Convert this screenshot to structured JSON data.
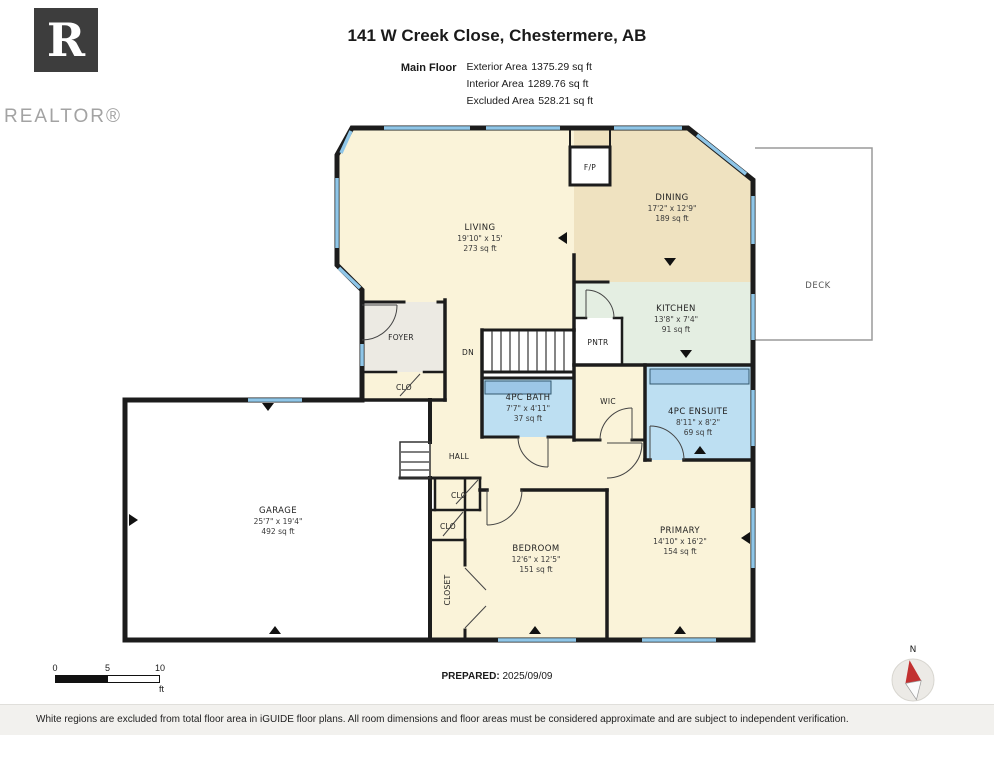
{
  "header": {
    "logo_letter": "R",
    "logo_text": "REALTOR®",
    "title": "141 W Creek Close, Chestermere, AB",
    "floor_label": "Main Floor",
    "areas": [
      {
        "label": "Exterior Area",
        "value": "1375.29 sq ft"
      },
      {
        "label": "Interior Area",
        "value": "1289.76 sq ft"
      },
      {
        "label": "Excluded Area",
        "value": "528.21 sq ft"
      }
    ]
  },
  "rooms": {
    "living": {
      "name": "LIVING",
      "dims": "19'10\" x 15'",
      "area": "273 sq ft"
    },
    "dining": {
      "name": "DINING",
      "dims": "17'2\" x 12'9\"",
      "area": "189 sq ft"
    },
    "kitchen": {
      "name": "KITCHEN",
      "dims": "13'8\" x 7'4\"",
      "area": "91 sq ft"
    },
    "fp": {
      "name": "F/P"
    },
    "foyer": {
      "name": "FOYER"
    },
    "clo_foyer": {
      "name": "CLO"
    },
    "pntr": {
      "name": "PNTR"
    },
    "dn": {
      "name": "DN"
    },
    "bath": {
      "name": "4PC BATH",
      "dims": "7'7\" x 4'11\"",
      "area": "37 sq ft"
    },
    "wic": {
      "name": "WIC"
    },
    "ensuite": {
      "name": "4PC ENSUITE",
      "dims": "8'11\" x 8'2\"",
      "area": "69 sq ft"
    },
    "hall": {
      "name": "HALL"
    },
    "clo_hall1": {
      "name": "CLO"
    },
    "clo_hall2": {
      "name": "CLO"
    },
    "closet": {
      "name": "CLOSET"
    },
    "garage": {
      "name": "GARAGE",
      "dims": "25'7\" x 19'4\"",
      "area": "492 sq ft"
    },
    "bedroom": {
      "name": "BEDROOM",
      "dims": "12'6\" x 12'5\"",
      "area": "151 sq ft"
    },
    "primary": {
      "name": "PRIMARY",
      "dims": "14'10\" x 16'2\"",
      "area": "154 sq ft"
    },
    "deck": {
      "name": "DECK"
    }
  },
  "footer": {
    "scale": {
      "zero": "0",
      "five": "5",
      "ten": "10",
      "unit": "ft"
    },
    "prepared_label": "PREPARED:",
    "prepared_date": "2025/09/09",
    "compass_label": "N",
    "disclaimer": "White regions are excluded from total floor area in iGUIDE floor plans. All room dimensions and floor areas must be considered approximate and are subject to independent verification."
  },
  "colors": {
    "wall": "#1c1c1c",
    "room_cream": "#FAF3D9",
    "room_tan": "#EFE2C0",
    "room_green": "#E4EEE2",
    "room_blue": "#BDDFF2",
    "fixture_blue": "#9CC6E6",
    "window_blue": "#8FC6E8",
    "foyer_gray": "#ECEAE3",
    "garage_white": "#FFFFFF",
    "compass_red": "#C23030"
  }
}
